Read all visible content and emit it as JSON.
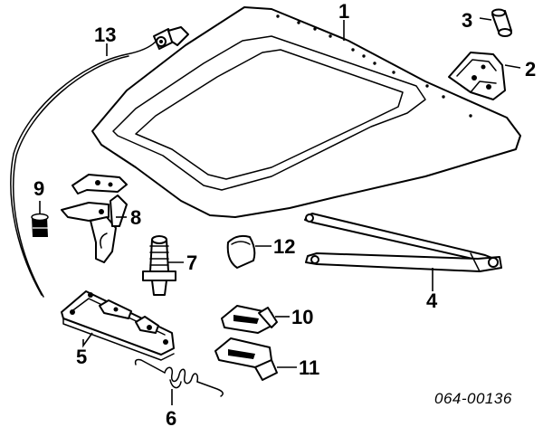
{
  "diagram": {
    "callouts": {
      "c1": "1",
      "c2": "2",
      "c3": "3",
      "c4": "4",
      "c5": "5",
      "c6": "6",
      "c7": "7",
      "c8": "8",
      "c9": "9",
      "c10": "10",
      "c11": "11",
      "c12": "12",
      "c13": "13"
    },
    "reference_code": "064-00136"
  }
}
